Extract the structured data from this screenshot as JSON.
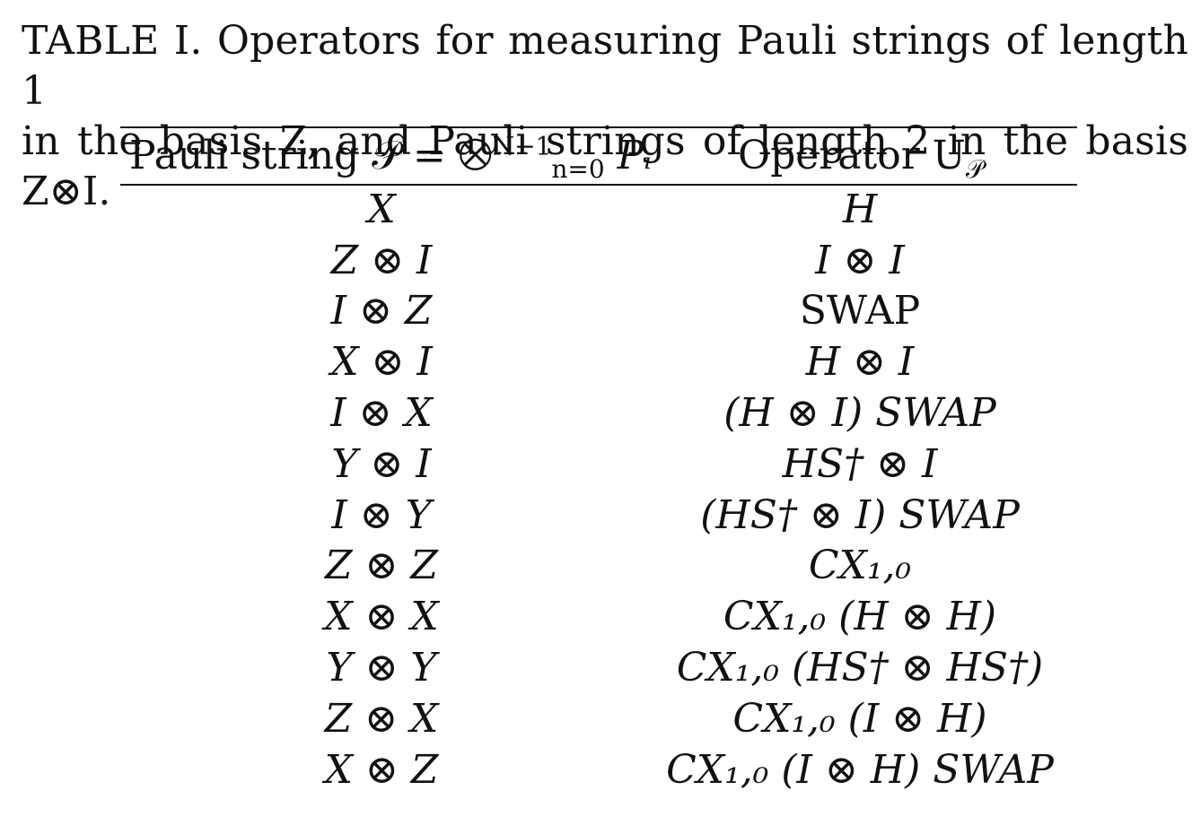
{
  "caption": {
    "line1": "TABLE I. Operators for measuring Pauli strings of length 1",
    "line2": "in the basis Z, and Pauli strings of length 2 in the basis Z⊗I."
  },
  "table": {
    "header_col1_prefix": "Pauli string 𝒫 = ⨂",
    "header_col1_sup": "N−1",
    "header_col1_sub": "n=0",
    "header_col1_suffix": " Pᵢ",
    "header_col2": "Operator U",
    "header_col2_sub": "𝒫",
    "rows": [
      {
        "pauli": "X",
        "operator": "H"
      },
      {
        "pauli": "Z ⊗ I",
        "operator": "I ⊗ I"
      },
      {
        "pauli": "I ⊗ Z",
        "operator": "SWAP"
      },
      {
        "pauli": "X ⊗ I",
        "operator": "H ⊗ I"
      },
      {
        "pauli": "I ⊗ X",
        "operator": "(H ⊗ I) SWAP"
      },
      {
        "pauli": "Y ⊗ I",
        "operator": "HS† ⊗ I"
      },
      {
        "pauli": "I ⊗ Y",
        "operator": "(HS† ⊗ I) SWAP"
      },
      {
        "pauli": "Z ⊗ Z",
        "operator": "CX₁,₀"
      },
      {
        "pauli": "X ⊗ X",
        "operator": "CX₁,₀ (H ⊗ H)"
      },
      {
        "pauli": "Y ⊗ Y",
        "operator": "CX₁,₀ (HS† ⊗ HS†)"
      },
      {
        "pauli": "Z ⊗ X",
        "operator": "CX₁,₀ (I ⊗ H)"
      },
      {
        "pauli": "X ⊗ Z",
        "operator": "CX₁,₀ (I ⊗ H) SWAP"
      }
    ]
  }
}
